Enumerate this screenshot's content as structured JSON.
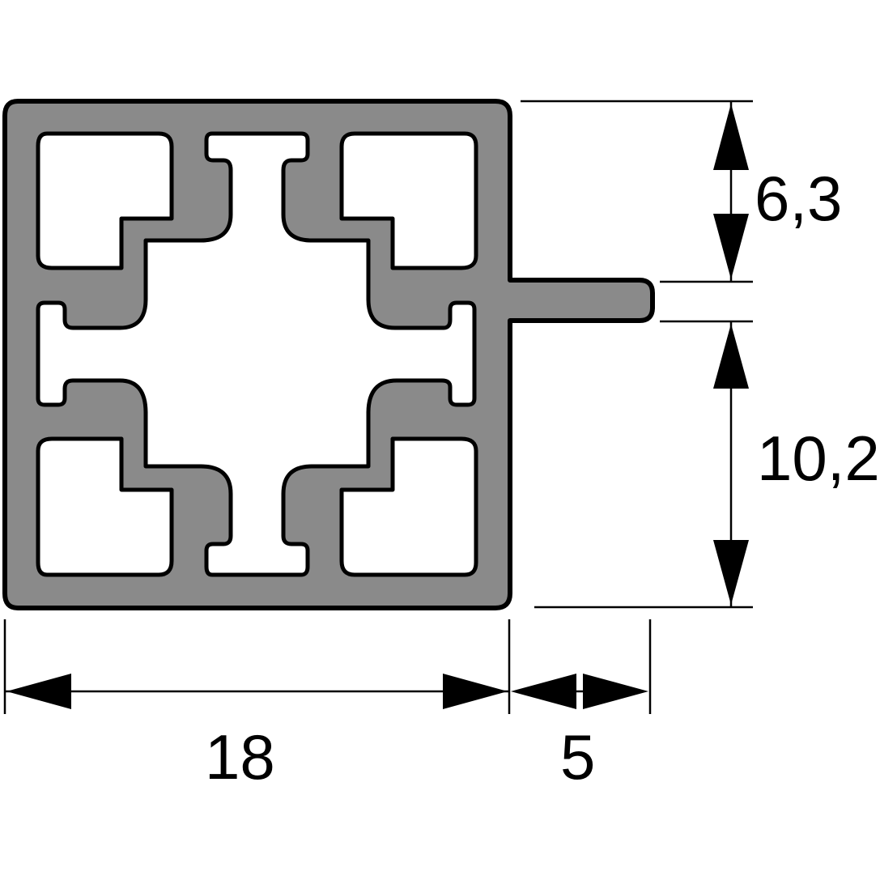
{
  "drawing": {
    "type": "aluminum profile cross-section",
    "colors": {
      "profile_fill": "#8a8a8a",
      "outline": "#000000",
      "background": "#ffffff"
    }
  },
  "dimensions": {
    "width_body": "18",
    "width_fin": "5",
    "height_top": "6,3",
    "height_bottom": "10,2"
  }
}
